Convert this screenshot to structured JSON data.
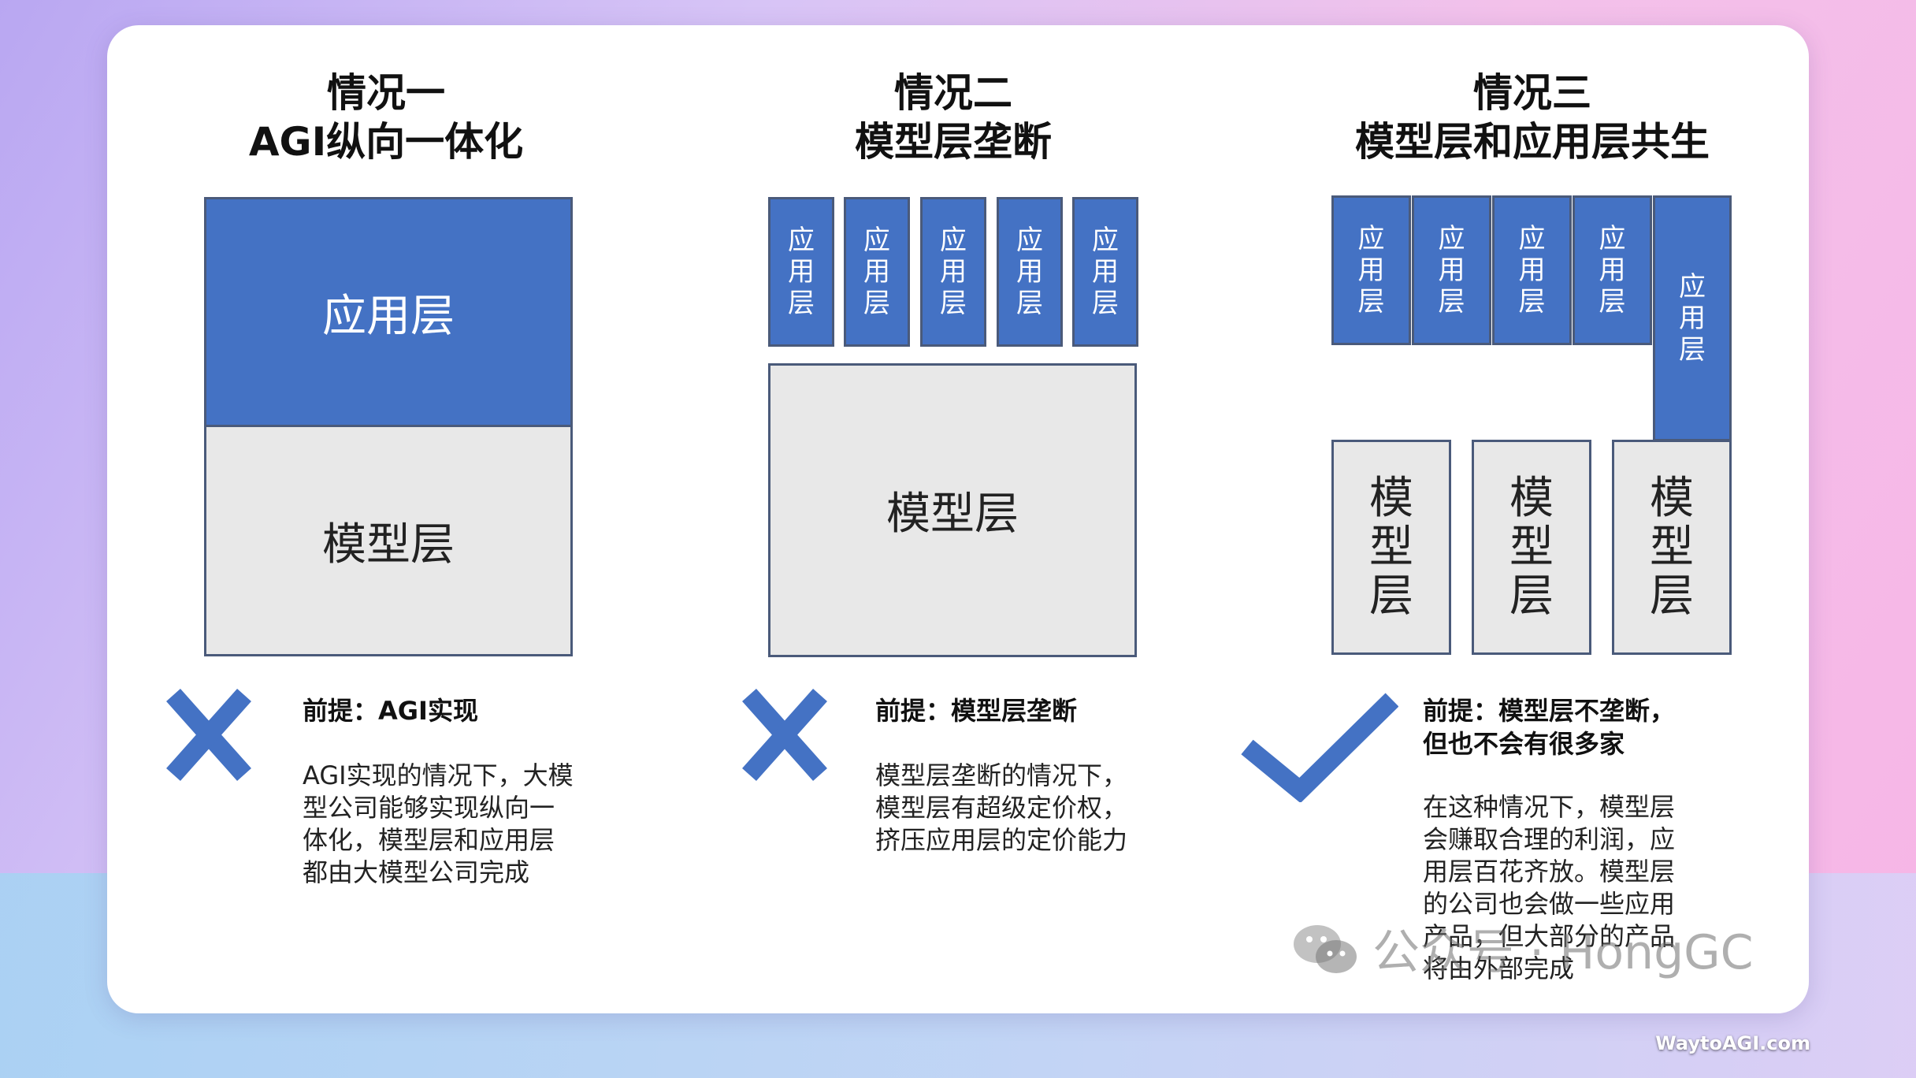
{
  "scenarios": [
    {
      "title": "情况一",
      "subtitle": "AGI纵向一体化",
      "app_label": "应用层",
      "model_label": "模型层",
      "verdict_icon": "cross-icon",
      "premise": "前提：AGI实现",
      "description": [
        "AGI实现的情况下，大模",
        "型公司能够实现纵向一",
        "体化，模型层和应用层",
        "都由大模型公司完成"
      ]
    },
    {
      "title": "情况二",
      "subtitle": "模型层垄断",
      "app_label": "应用层",
      "model_label": "模型层",
      "verdict_icon": "cross-icon",
      "premise": "前提：模型层垄断",
      "description": [
        "模型层垄断的情况下，",
        "模型层有超级定价权，",
        "挤压应用层的定价能力"
      ]
    },
    {
      "title": "情况三",
      "subtitle": "模型层和应用层共生",
      "app_label": "应用层",
      "model_label": "模型层",
      "verdict_icon": "check-icon",
      "premise": [
        "前提：模型层不垄断，",
        "但也不会有很多家"
      ],
      "description": [
        "在这种情况下，模型层",
        "会赚取合理的利润，应",
        "用层百花齐放。模型层",
        "的公司也会做一些应用",
        "产品，但大部分的产品",
        "将由外部完成"
      ]
    }
  ],
  "watermark": {
    "icon": "wechat-icon",
    "text": "公众号 · HongGC"
  },
  "credit": "WaytoAGI.com",
  "colors": {
    "app_layer": "#4472c4",
    "model_layer": "#e8e8e8",
    "icon": "#4472c4"
  }
}
